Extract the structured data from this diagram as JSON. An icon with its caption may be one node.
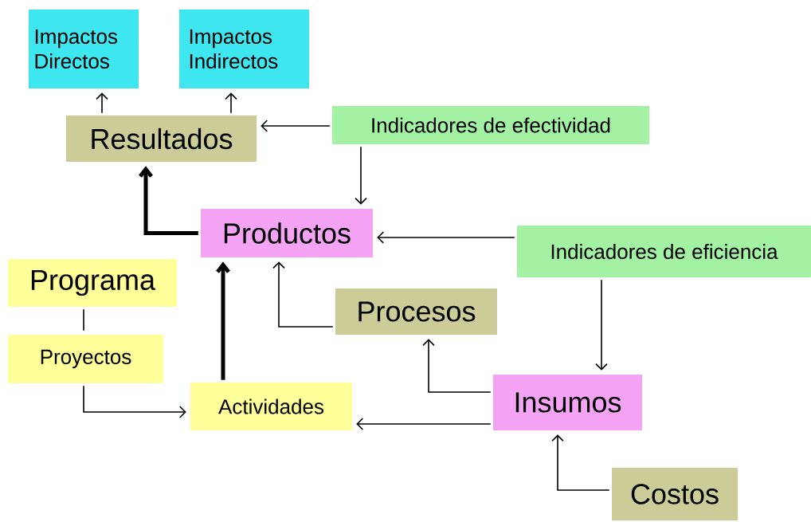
{
  "diagram": {
    "nodes": [
      {
        "text": [
          "Impactos Directos"
        ]
      },
      {
        "text": [
          "Impactos Indirectos"
        ]
      },
      {
        "text": [
          "Resultados"
        ]
      },
      {
        "text": [
          "Indicadores de efectividad"
        ]
      },
      {
        "text": [
          "Productos"
        ]
      },
      {
        "text": [
          "Indicadores de eficiencia"
        ]
      },
      {
        "text": [
          "Programa"
        ]
      },
      {
        "text": [
          "Procesos"
        ]
      },
      {
        "text": [
          "Proyectos"
        ]
      },
      {
        "text": [
          "Actividades"
        ]
      },
      {
        "text": [
          "Insumos"
        ]
      },
      {
        "text": [
          "Costos"
        ]
      }
    ],
    "edges": [
      {
        "from": 2,
        "to": 0,
        "arrow": "to"
      },
      {
        "from": 2,
        "to": 1,
        "arrow": "to"
      },
      {
        "from": 3,
        "to": 2,
        "arrow": "to"
      },
      {
        "from": 3,
        "to": 4,
        "arrow": "to"
      },
      {
        "from": 4,
        "to": 2,
        "arrow": "to",
        "style": "thick"
      },
      {
        "from": 5,
        "to": 4,
        "arrow": "to"
      },
      {
        "from": 5,
        "to": 10,
        "arrow": "to"
      },
      {
        "from": 6,
        "to": 8,
        "arrow": "none"
      },
      {
        "from": 8,
        "to": 9,
        "arrow": "to"
      },
      {
        "from": 7,
        "to": 4,
        "arrow": "to"
      },
      {
        "from": 9,
        "to": 4,
        "arrow": "to",
        "style": "thick"
      },
      {
        "from": 10,
        "to": 7,
        "arrow": "to"
      },
      {
        "from": 10,
        "to": 9,
        "arrow": "to"
      },
      {
        "from": 11,
        "to": 10,
        "arrow": "to"
      }
    ]
  }
}
